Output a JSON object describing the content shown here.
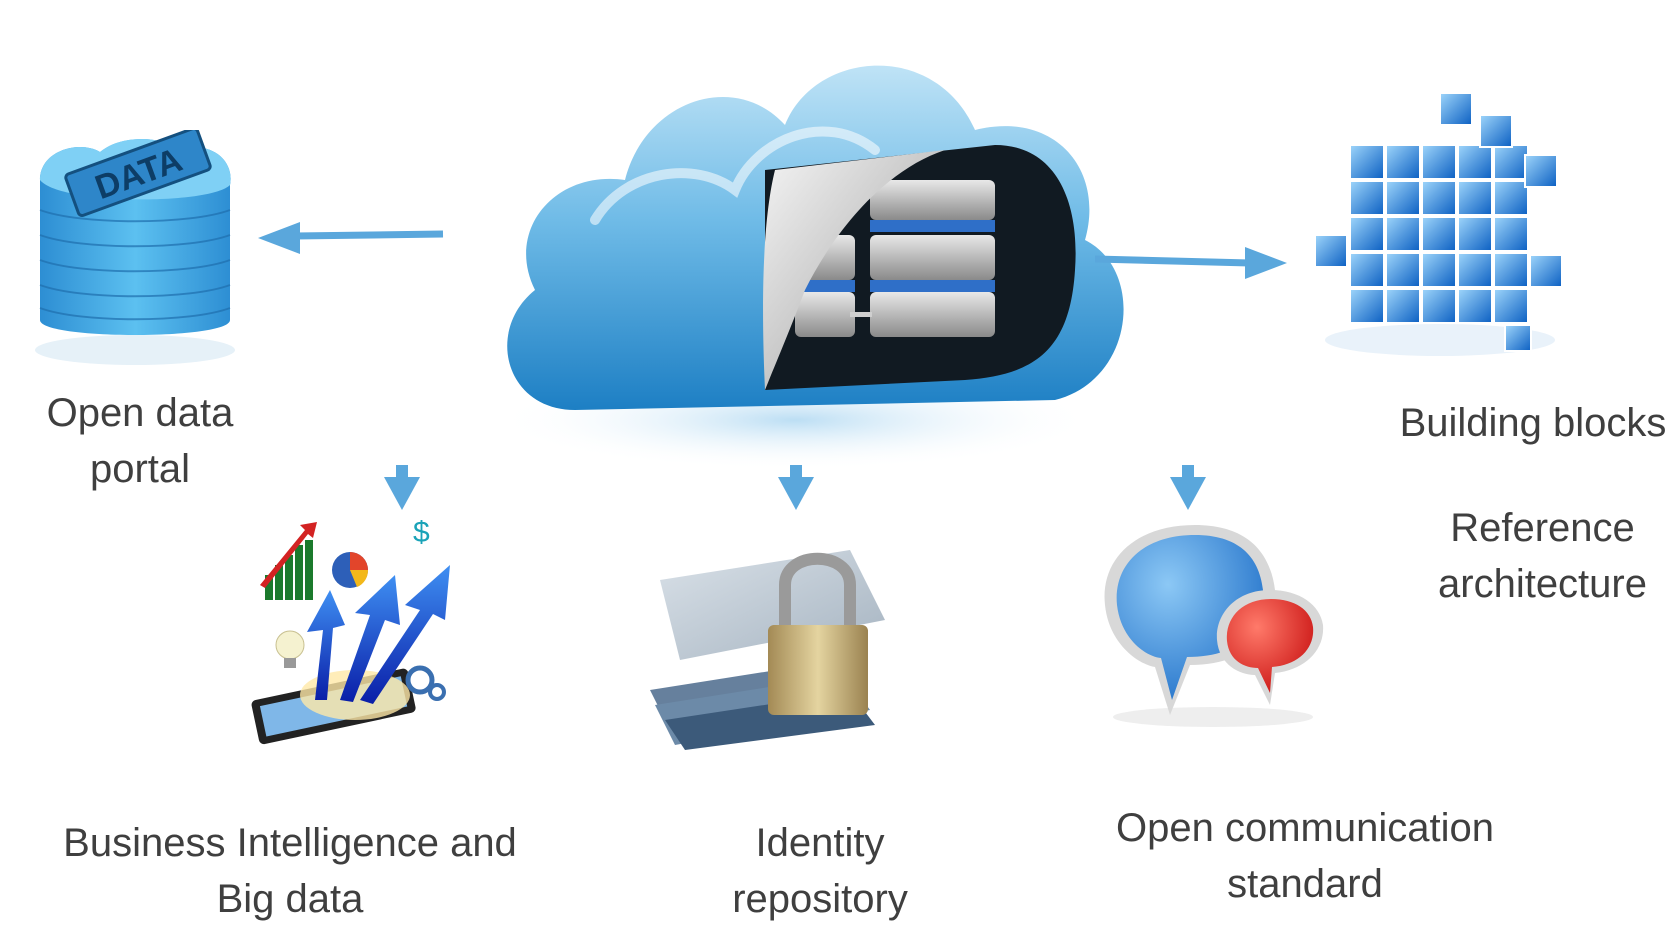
{
  "labels": {
    "open_data_portal": [
      "Open data",
      "portal"
    ],
    "building_blocks": "Building blocks",
    "reference_architecture": [
      "Reference",
      "architecture"
    ],
    "business_intelligence": [
      "Business Intelligence and",
      "Big data"
    ],
    "identity_repository": [
      "Identity",
      "repository"
    ],
    "open_communication": [
      "Open communication",
      "standard"
    ]
  },
  "icons": {
    "cloud": "cloud-database-icon",
    "data": "data-stack-icon",
    "blocks": "cube-blocks-icon",
    "bi": "business-intelligence-icon",
    "identity": "padlock-icon",
    "communication": "speech-bubbles-icon"
  },
  "badge_text": "DATA",
  "colors": {
    "arrow": "#5aa7dc",
    "label": "#3f3f3f",
    "cloud": "#4aa6dc"
  }
}
